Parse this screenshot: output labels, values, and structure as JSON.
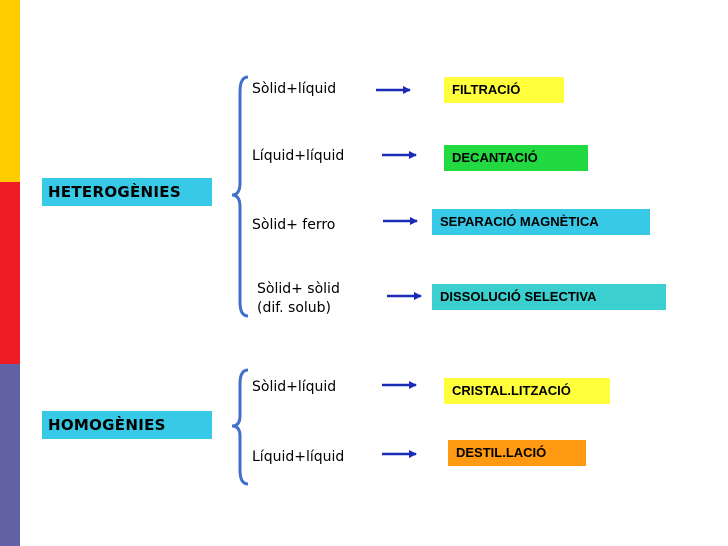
{
  "colors": {
    "sidebar": [
      "#ffcc00",
      "#ee1c24",
      "#6161a5"
    ],
    "category_bg": "#38c9e6",
    "brace": "#4470cc",
    "arrow": "#1a2bb8",
    "yellow": "#ffff3c",
    "green": "#23d941",
    "cyan": "#38c9e6",
    "teal": "#3ccfcf",
    "orange": "#ff9a12"
  },
  "groups": [
    {
      "label": "HETEROGÈNIES",
      "rows": [
        {
          "source": "Sòlid+líquid",
          "result": "FILTRACIÓ",
          "color_key": "yellow"
        },
        {
          "source": "Líquid+líquid",
          "result": "DECANTACIÓ",
          "color_key": "green"
        },
        {
          "source": "Sòlid+ ferro",
          "result": "SEPARACIÓ MAGNÈTICA",
          "color_key": "cyan"
        },
        {
          "source": "Sòlid+ sòlid",
          "source_line2": "(dif. solub)",
          "result": "DISSOLUCIÓ SELECTIVA",
          "color_key": "teal"
        }
      ]
    },
    {
      "label": "HOMOGÈNIES",
      "rows": [
        {
          "source": "Sòlid+líquid",
          "result": "CRISTAL.LITZACIÓ",
          "color_key": "yellow"
        },
        {
          "source": "Líquid+líquid",
          "result": "DESTIL.LACIÓ",
          "color_key": "orange"
        }
      ]
    }
  ]
}
